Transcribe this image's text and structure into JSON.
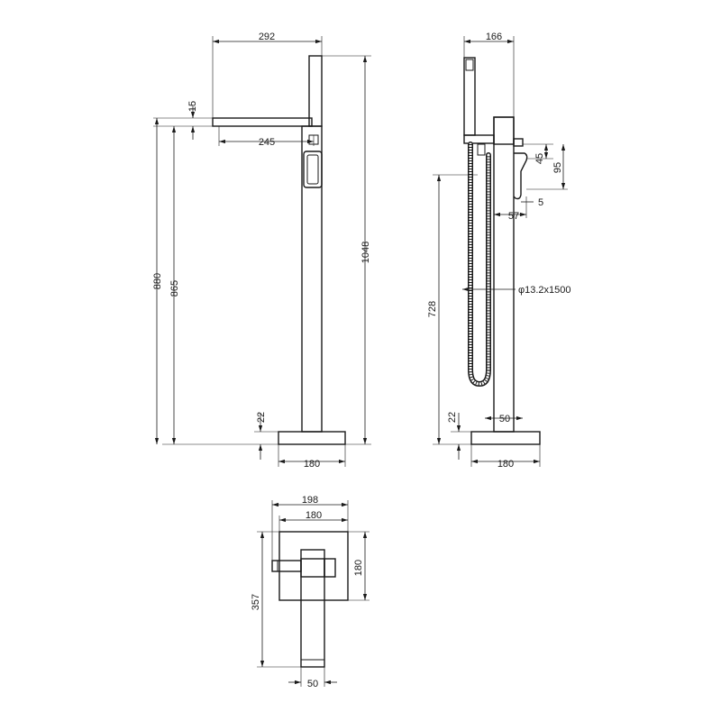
{
  "front_view": {
    "width_top": "292",
    "spout_thickness": "15",
    "spout_reach": "245",
    "height_overall_spout": "880",
    "height_spout_underside": "865",
    "height_total": "1048",
    "base_height": "22",
    "base_width": "180"
  },
  "side_view": {
    "depth_top": "166",
    "handle_height": "45",
    "handle_span": "95",
    "handle_depth": "57",
    "handle_gap": "5",
    "hose_spec": "φ13.2x1500",
    "hose_outlet_height": "728",
    "base_height": "22",
    "column_width": "50",
    "base_width": "180"
  },
  "plan_view": {
    "plate_outer": "198",
    "plate_inner": "180",
    "plate_depth": "180",
    "overall_depth": "357",
    "spout_width": "50"
  }
}
